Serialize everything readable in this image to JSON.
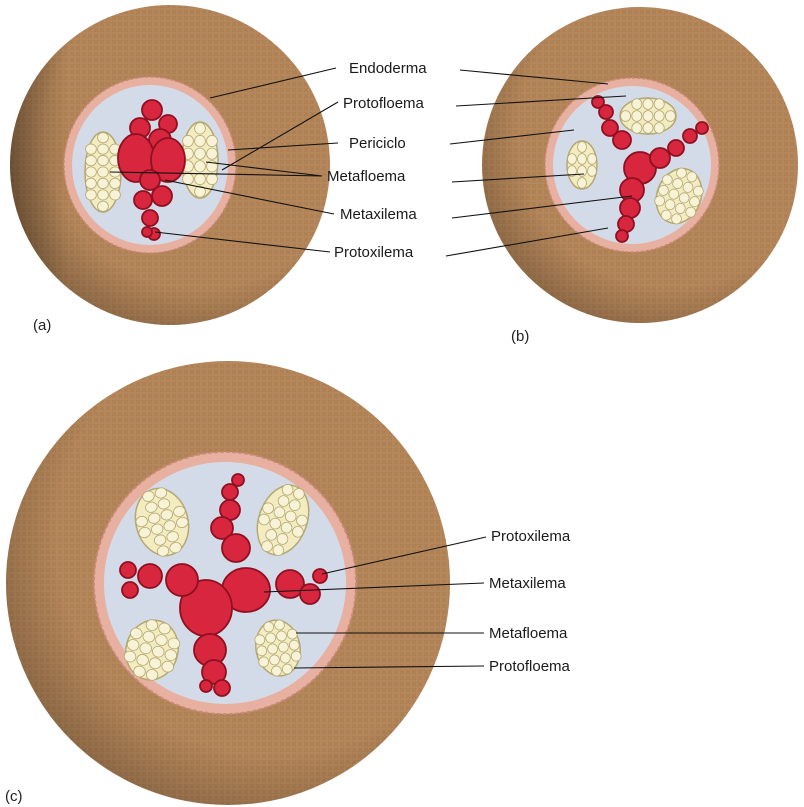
{
  "colors": {
    "cortex": "#b5875a",
    "cortex_dark": "#8c6238",
    "stele_bg": "#d4dbe8",
    "endodermis": "#e8b0a0",
    "endodermis_edge": "#c98a7a",
    "xylem": "#d7263d",
    "xylem_wall": "#8f1020",
    "phloem": "#f3ecc0",
    "phloem_wall": "#b5a872"
  },
  "panel_a": {
    "tag": "(a)",
    "labels": {
      "endoderma": "Endoderma",
      "protofloema": "Protofloema",
      "periciclo": "Periciclo",
      "metafloema": "Metafloema",
      "metaxilema": "Metaxilema",
      "protoxilema": "Protoxilema"
    }
  },
  "panel_b": {
    "tag": "(b)"
  },
  "panel_c": {
    "tag": "(c)",
    "labels": {
      "protoxilema": "Protoxilema",
      "metaxilema": "Metaxilema",
      "metafloema": "Metafloema",
      "protofloema": "Protofloema"
    }
  }
}
